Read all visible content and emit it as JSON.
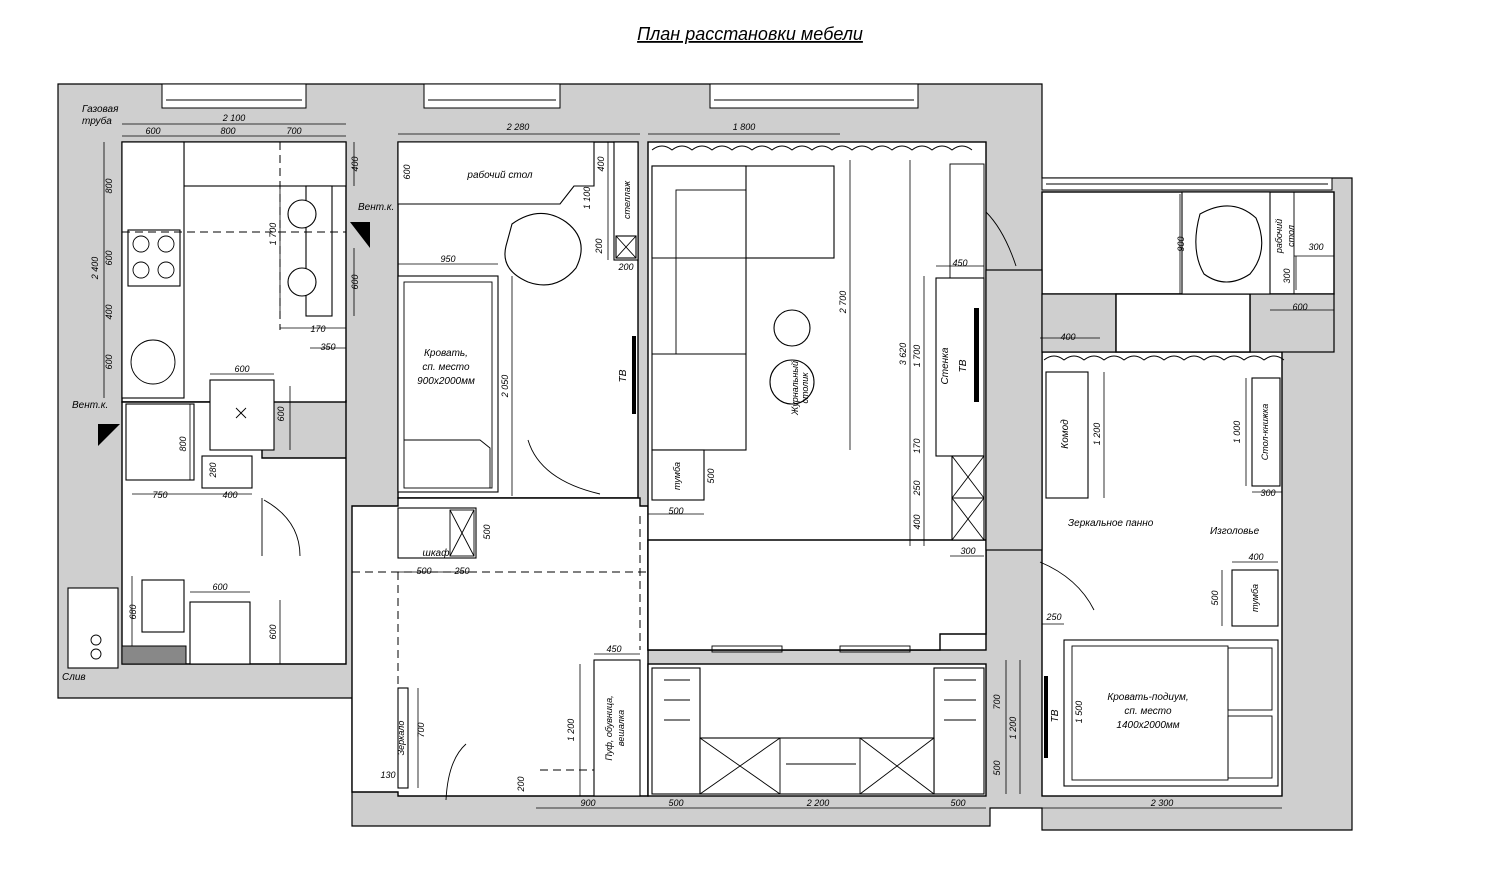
{
  "title": "План расстановки мебели",
  "labels": {
    "gas_pipe_1": "Газовая",
    "gas_pipe_2": "труба",
    "vent_kitchen": "Вент.к.",
    "vent_bath": "Вент.к.",
    "drain": "Слив",
    "desk1": "рабочий стол",
    "rack": "стеллаж",
    "bed1_1": "Кровать,",
    "bed1_2": "сп. место",
    "bed1_3": "900x2000мм",
    "tv1": "ТВ",
    "closet": "шкаф",
    "sofa_table_1": "Журнальный",
    "sofa_table_2": "столик",
    "nightstand1": "тумба",
    "wall_unit_1": "Стенка",
    "wall_unit_2": "ТВ",
    "desk2_1": "рабочий",
    "desk2_2": "стол",
    "dresser": "Комод",
    "book_table": "Стол-книжка",
    "mirror_panel": "Зеркальное панно",
    "headboard": "Изголовье",
    "nightstand2": "тумба",
    "bed2_1": "Кровать-подиум,",
    "bed2_2": "сп. место",
    "bed2_3": "1400x2000мм",
    "tv2": "ТВ",
    "mirror": "Зеркало",
    "pouf_1": "Пуф, обувница,",
    "pouf_2": "вешалка"
  },
  "dims": {
    "d2100": "2 100",
    "d600a": "600",
    "d800a": "800",
    "d700a": "700",
    "d800b": "800",
    "d2400": "2 400",
    "d600b": "600",
    "d400a": "400",
    "d600c": "600",
    "d400b": "400",
    "d1700": "1 700",
    "d600d": "600",
    "d170a": "170",
    "d350": "350",
    "d600e": "600",
    "d600f": "600",
    "d800c": "800",
    "d280": "280",
    "d750": "750",
    "d400c": "400",
    "d600g": "600",
    "d680": "680",
    "d600h": "600",
    "d2280": "2 280",
    "d600i": "600",
    "d400d": "400",
    "d1100": "1 100",
    "d200a": "200",
    "d200b": "200",
    "d950": "950",
    "d2050": "2 050",
    "d500a": "500",
    "d500b": "500",
    "d250a": "250",
    "d1800": "1 800",
    "d2700": "2 700",
    "d3620": "3 620",
    "d450a": "450",
    "d170b": "170",
    "d250b": "250",
    "d400e": "400",
    "d300a": "300",
    "d500c": "500",
    "d500d": "500",
    "d900a": "900",
    "d300b": "300",
    "d300c": "300",
    "d600j": "600",
    "d400f": "400",
    "d1200a": "1 200",
    "d1000": "1 000",
    "d300d": "300",
    "d400g": "400",
    "d500e": "500",
    "d250c": "250",
    "d1500": "1 500",
    "d700b": "700",
    "d1200b": "1 200",
    "d500f": "500",
    "d2300": "2 300",
    "d700c": "700",
    "d130": "130",
    "d450b": "450",
    "d1200c": "1 200",
    "d200c": "200",
    "d900b": "900",
    "d500g": "500",
    "d2200": "2 200",
    "d500h": "500"
  }
}
